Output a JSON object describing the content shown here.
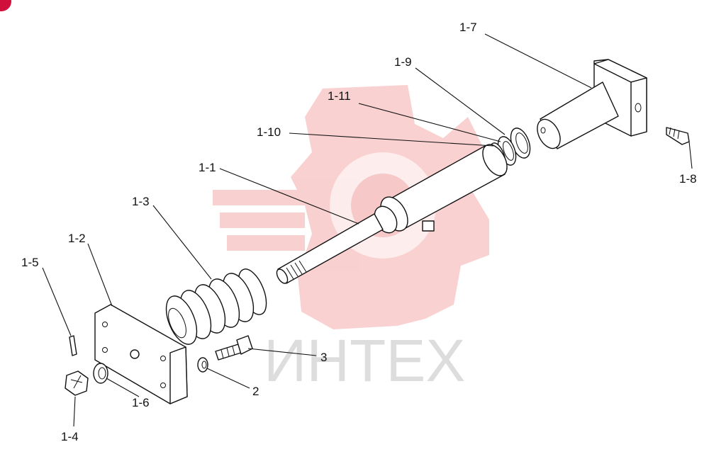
{
  "watermark": {
    "text": "ИНТЕХ",
    "color": "#e85a5a"
  },
  "corner_badge": {
    "color": "#d0103a"
  },
  "callouts": {
    "c1_7": "1-7",
    "c1_9": "1-9",
    "c1_11": "1-11",
    "c1_10": "1-10",
    "c1_1": "1-1",
    "c1_3": "1-3",
    "c1_2": "1-2",
    "c1_5": "1-5",
    "c1_8": "1-8",
    "c3": "3",
    "c2": "2",
    "c1_6": "1-6",
    "c1_4": "1-4"
  }
}
